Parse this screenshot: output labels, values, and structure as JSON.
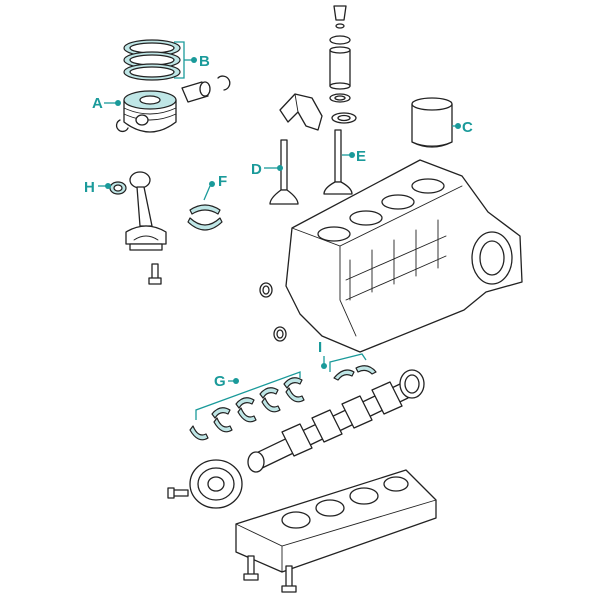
{
  "colors": {
    "accent": "#1a9a9a",
    "highlight": "#bfe6e6",
    "line": "#222222"
  },
  "callouts": {
    "a": "A",
    "b": "B",
    "c": "C",
    "d": "D",
    "e": "E",
    "f": "F",
    "g": "G",
    "h": "H",
    "i": "I"
  }
}
